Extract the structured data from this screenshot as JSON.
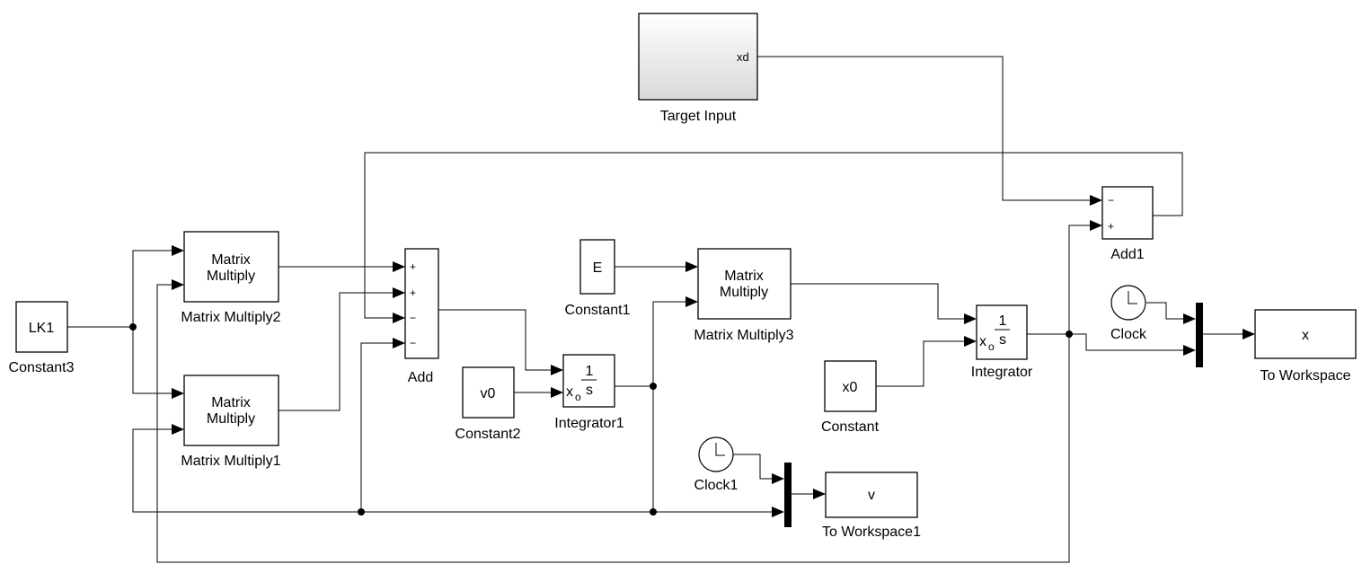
{
  "blocks": {
    "target_input": {
      "name": "Target Input",
      "port": "xd",
      "fill_top": "#ffffff",
      "fill_bottom": "#d9d9d9"
    },
    "add1": {
      "name": "Add1",
      "signs": [
        "−",
        "+"
      ]
    },
    "add": {
      "name": "Add",
      "signs": [
        "+",
        "+",
        "−",
        "−"
      ]
    },
    "matrix_multiply2": {
      "name": "Matrix Multiply2",
      "line1": "Matrix",
      "line2": "Multiply"
    },
    "matrix_multiply1": {
      "name": "Matrix Multiply1",
      "line1": "Matrix",
      "line2": "Multiply"
    },
    "matrix_multiply3": {
      "name": "Matrix Multiply3",
      "line1": "Matrix",
      "line2": "Multiply"
    },
    "constant3": {
      "name": "Constant3",
      "value": "LK1"
    },
    "constant1": {
      "name": "Constant1",
      "value": "E"
    },
    "constant2": {
      "name": "Constant2",
      "value": "v0"
    },
    "constant": {
      "name": "Constant",
      "value": "x0"
    },
    "integrator1": {
      "name": "Integrator1",
      "num": "1",
      "den": "s",
      "ic": "x",
      "ic_sub": "o"
    },
    "integrator": {
      "name": "Integrator",
      "num": "1",
      "den": "s",
      "ic": "x",
      "ic_sub": "o"
    },
    "clock": {
      "name": "Clock"
    },
    "clock1": {
      "name": "Clock1"
    },
    "to_workspace": {
      "name": "To Workspace",
      "value": "x"
    },
    "to_workspace1": {
      "name": "To Workspace1",
      "value": "v"
    }
  }
}
